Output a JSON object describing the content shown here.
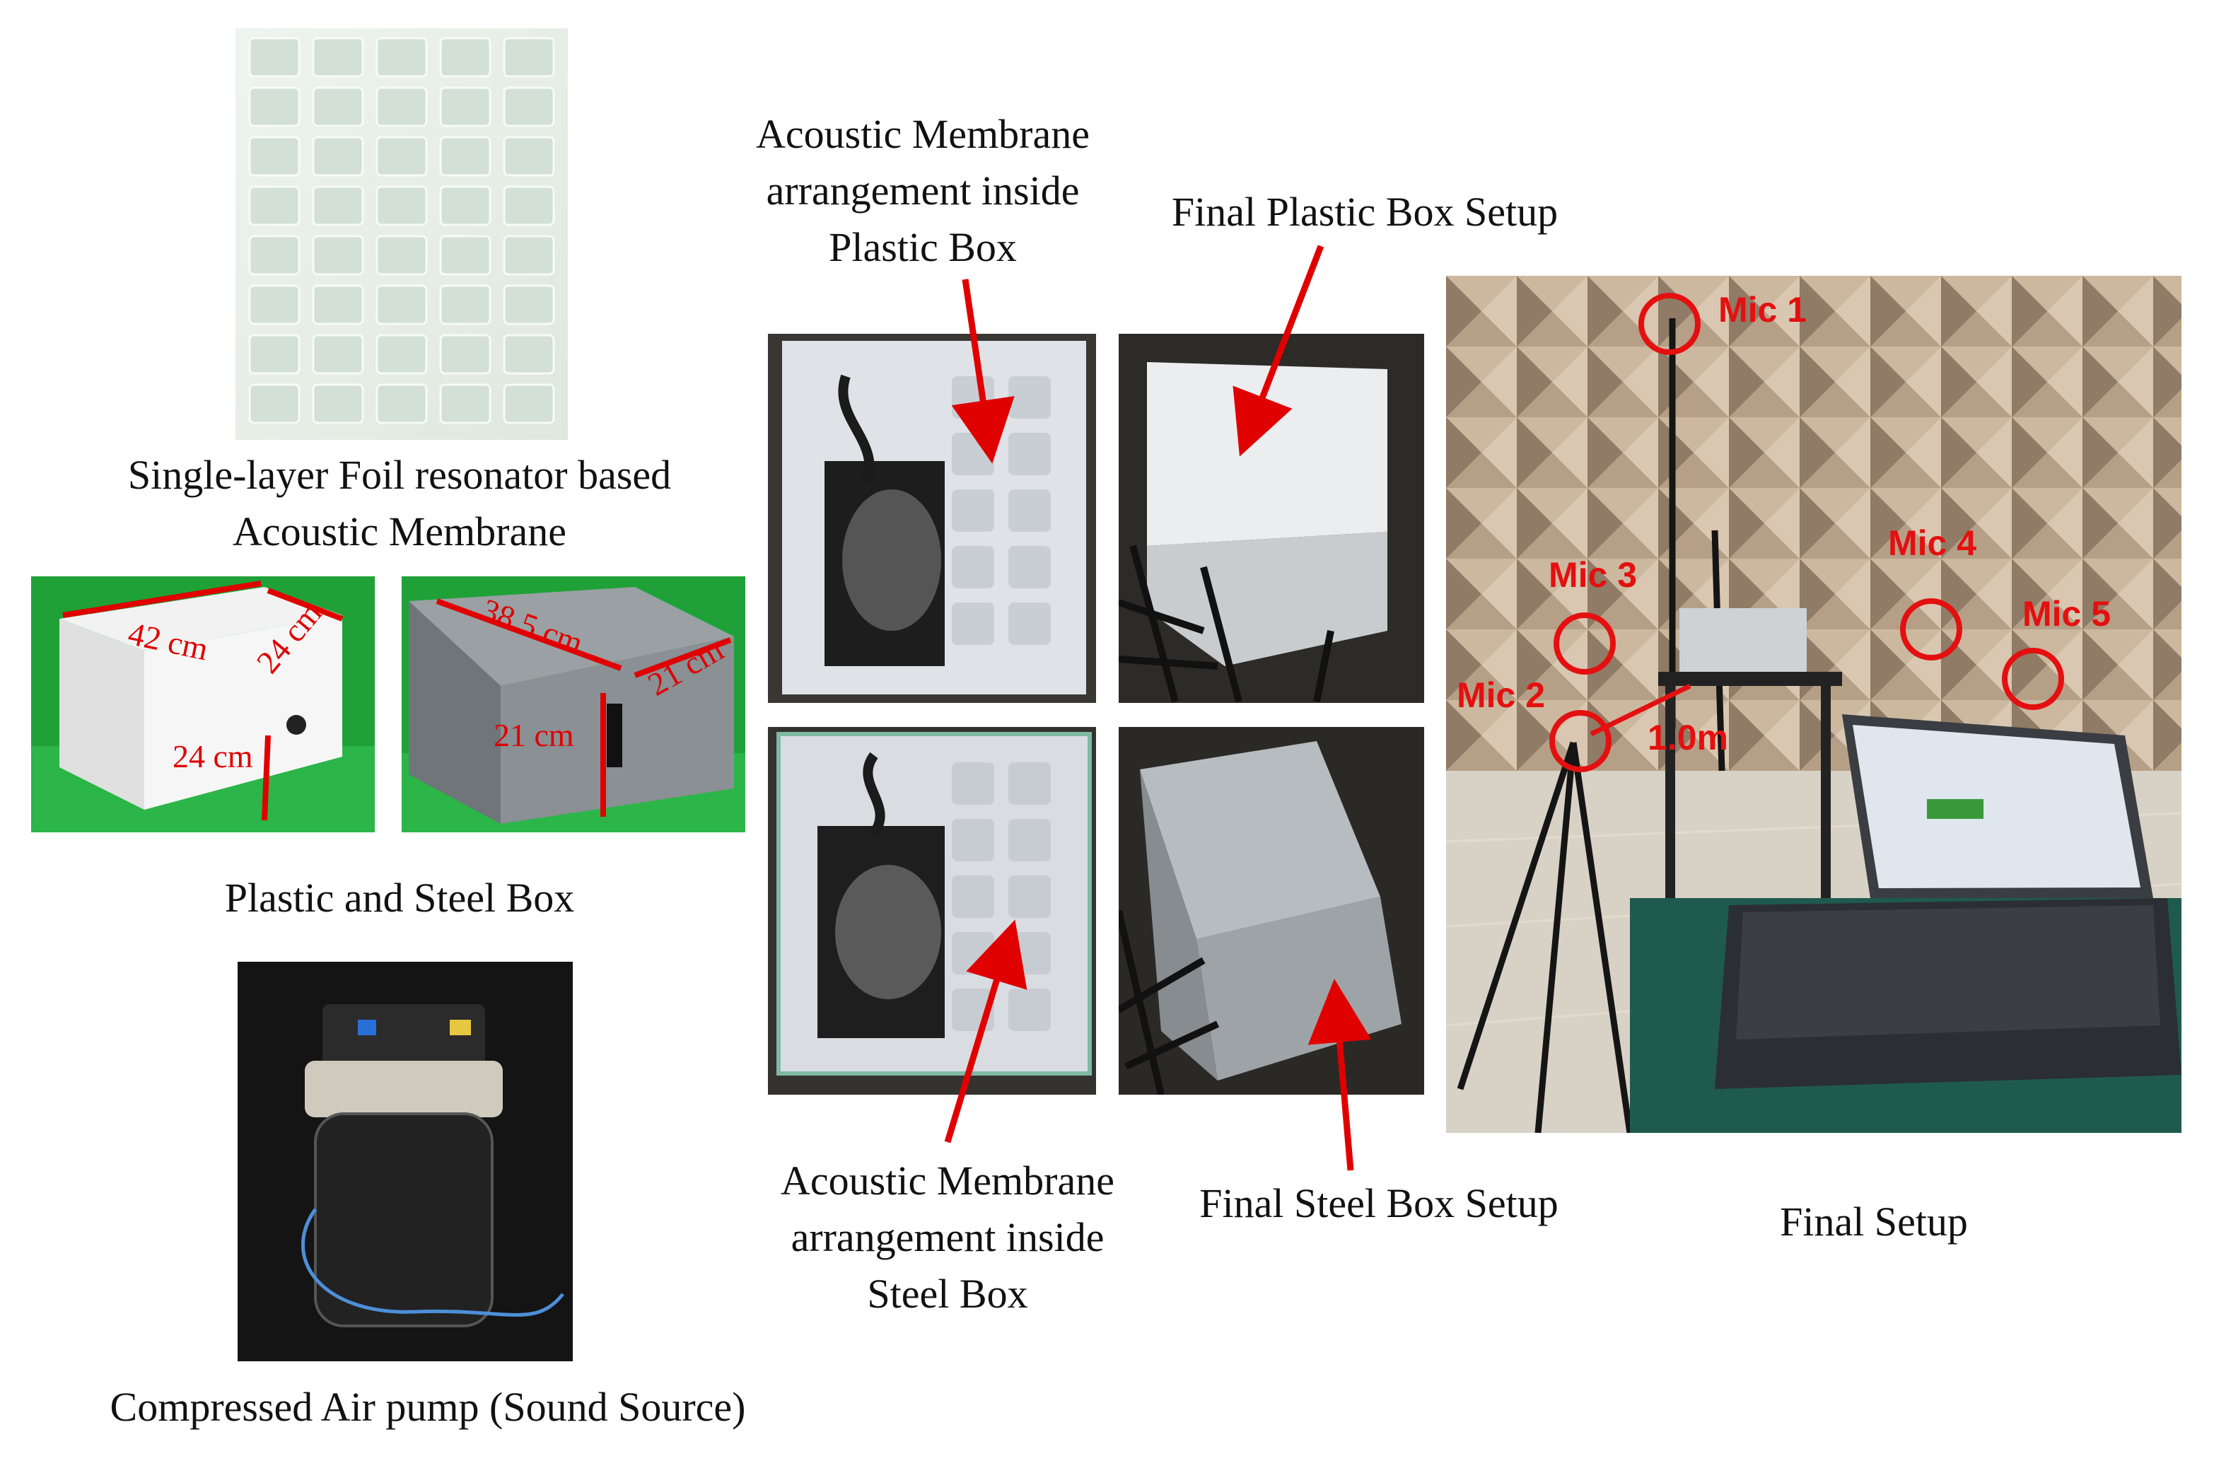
{
  "captions": {
    "membrane": "Single-layer Foil resonator based\nAcoustic Membrane",
    "boxes": "Plastic and Steel Box",
    "pump": "Compressed Air pump (Sound Source)",
    "plastic_arrangement": "Acoustic Membrane\narrangement inside\nPlastic Box",
    "plastic_final": "Final Plastic Box Setup",
    "steel_arrangement": "Acoustic Membrane\narrangement inside\nSteel Box",
    "steel_final": "Final Steel Box Setup",
    "final": "Final Setup"
  },
  "plastic_box_dims": {
    "length": "42 cm",
    "width": "24 cm",
    "height": "24 cm"
  },
  "steel_box_dims": {
    "length": "38.5 cm",
    "width": "21 cm",
    "height": "21 cm"
  },
  "mics": {
    "mic1": "Mic 1",
    "mic2": "Mic 2",
    "mic3": "Mic 3",
    "mic4": "Mic 4",
    "mic5": "Mic 5",
    "distance": "1.0m"
  },
  "colors": {
    "annotation_red": "#e00000",
    "green_backdrop": "#1ea03a"
  }
}
